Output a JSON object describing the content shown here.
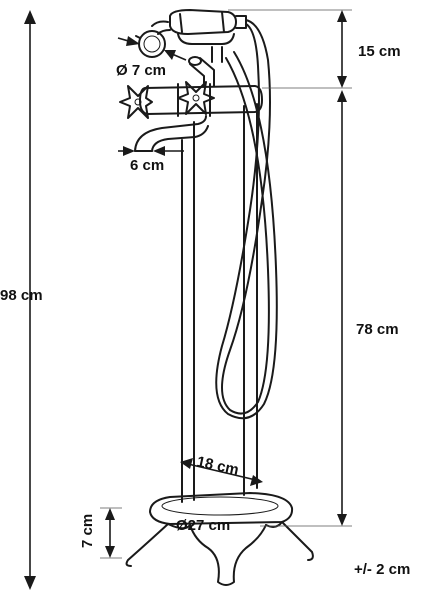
{
  "figure": {
    "subject": "freestanding bathtub faucet with hand shower",
    "line_color": "#1a1a1a",
    "background": "#ffffff"
  },
  "dimensions": {
    "total_height": "98 cm",
    "upper_height": "15 cm",
    "pipe_height": "78 cm",
    "base_height": "7 cm",
    "shower_head_diameter": "Ø 7 cm",
    "spout_width": "6 cm",
    "pipe_spacing": "18 cm",
    "base_diameter": "Ø27 cm",
    "tolerance": "+/- 2 cm"
  }
}
